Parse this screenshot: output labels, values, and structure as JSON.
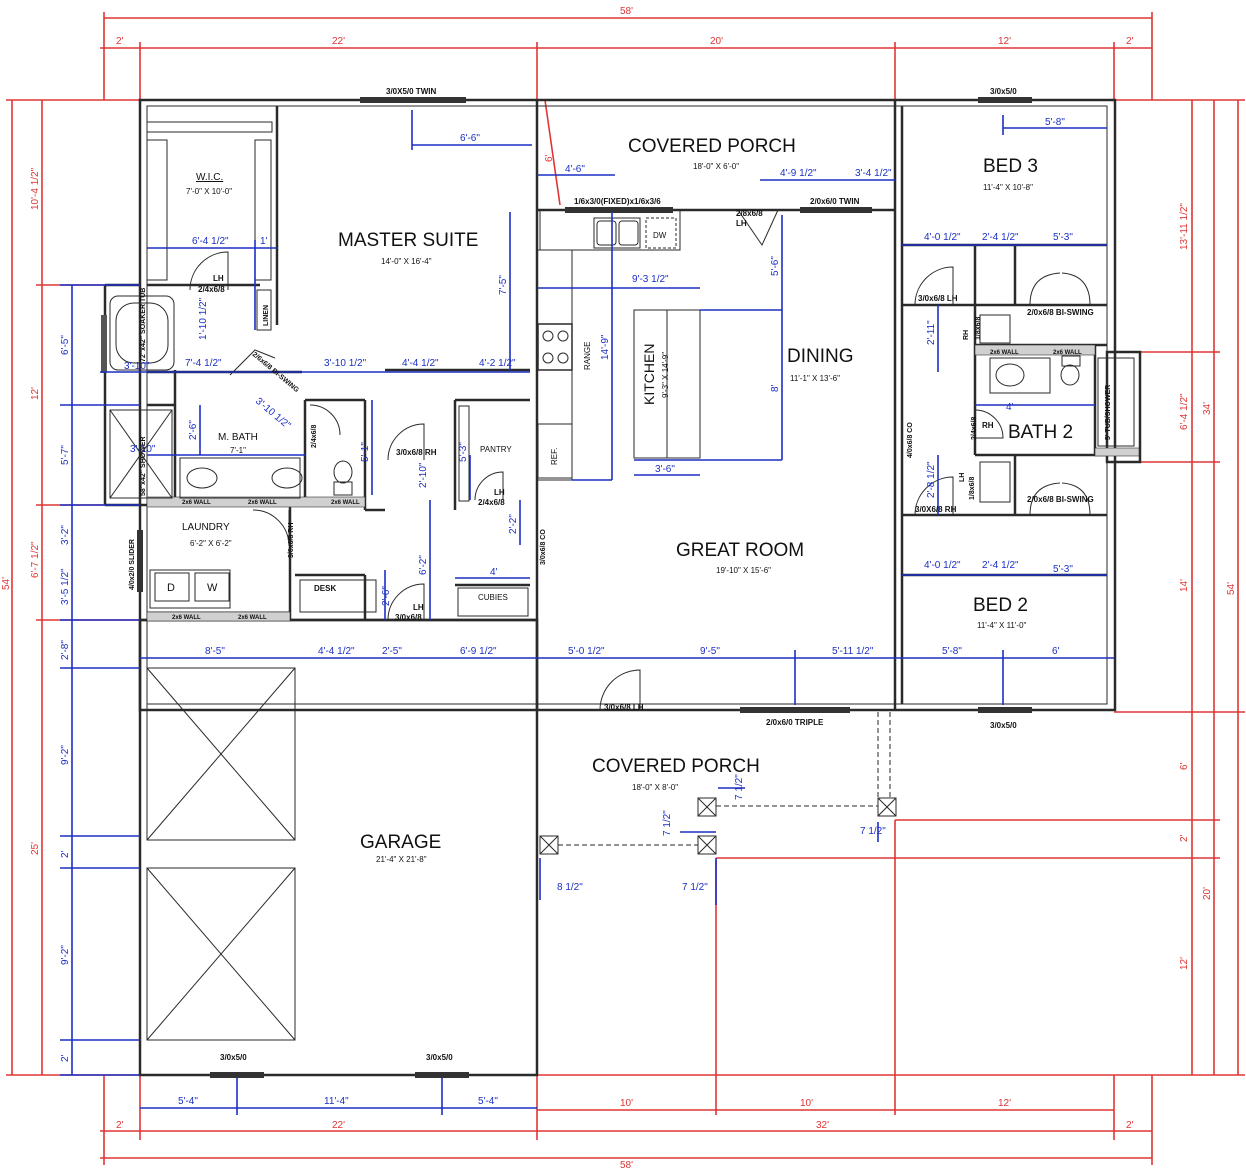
{
  "colors": {
    "wall": "#2a2a2a",
    "wall_fill": "#d0d0d0",
    "red_dim": "#e03535",
    "blue_dim": "#1c2fc4",
    "text": "#111111"
  },
  "overall": {
    "top": "58'",
    "bottom": "58'",
    "left": "54'",
    "right": "54'"
  },
  "top_segments": [
    "2'",
    "22'",
    "20'",
    "12'",
    "2'"
  ],
  "bottom_segments": [
    "2'",
    "22'",
    "32'",
    "2'"
  ],
  "bottom_inner_segments": [
    "10'",
    "10'",
    "12'"
  ],
  "garage_bottom_dims": [
    "5'-4\"",
    "11'-4\"",
    "5'-4\""
  ],
  "left_outer": [
    "10'-4 1/2\"",
    "12'",
    "6'-7 1/2\"",
    "25'"
  ],
  "left_inner": [
    "6'-5\"",
    "5'-7\"",
    "3'-2\"",
    "3'-5 1/2\"",
    "2'-8\"",
    "9'-2\"",
    "2'",
    "9'-2\"",
    "2'"
  ],
  "right_outer": [
    "13'-11 1/2\"",
    "6'-4 1/2\"",
    "34'",
    "20'"
  ],
  "right_inner": [
    "14'",
    "6'",
    "2'",
    "12'"
  ],
  "rooms": {
    "wic": {
      "name": "W.I.C.",
      "size": "7'-0\" X 10'-0\""
    },
    "master": {
      "name": "MASTER SUITE",
      "size": "14'-0\" X 16'-4\""
    },
    "covered_porch_top": {
      "name": "COVERED PORCH",
      "size": "18'-0\" X 6'-0\""
    },
    "bed3": {
      "name": "BED 3",
      "size": "11'-4\" X 10'-8\""
    },
    "kitchen": {
      "name": "KITCHEN",
      "size": "9'-3\" X 14'-9\""
    },
    "dining": {
      "name": "DINING",
      "size": "11'-1\" X 13'-6\""
    },
    "bath2": {
      "name": "BATH 2"
    },
    "mbath": {
      "name": "M. BATH",
      "size": "7'-1\""
    },
    "laundry": {
      "name": "LAUNDRY",
      "size": "6'-2\" X 6'-2\""
    },
    "great_room": {
      "name": "GREAT ROOM",
      "size": "19'-10\" X 15'-6\""
    },
    "bed2": {
      "name": "BED 2",
      "size": "11'-4\" X 11'-0\""
    },
    "covered_porch_bottom": {
      "name": "COVERED PORCH",
      "size": "18'-0\" X 8'-0\""
    },
    "garage": {
      "name": "GARAGE",
      "size": "21'-4\" X 21'-8\""
    }
  },
  "labels": {
    "twin_window_master": "3/0X5/0 TWIN",
    "window_bed3": "3/0x5/0",
    "window_bed2": "3/0x5/0",
    "sink_window": "1/6x3/0(FIXED)x1/6x3/6",
    "dw": "DW",
    "door_porch": "2/8x6/8",
    "door_porch_lh": "LH",
    "twin_door": "2/0x6/0 TWIN",
    "range": "RANGE",
    "ref": "REF.",
    "pantry": "PANTRY",
    "soaker_tub": "72\"x42\" SOAKER TUB",
    "shower": "58\"x42\" SHOWER",
    "linen": "LINEN",
    "wic_door": "2/4x6/8",
    "lh": "LH",
    "rh": "RH",
    "bi_swing": "2/6x6/8 BI-SWING",
    "m_bath_door": "2/4x6/8",
    "wall_2x6": "2x6 WALL",
    "d": "D",
    "w": "W",
    "desk": "DESK",
    "cubies": "CUBIES",
    "slider": "4/0x2/0 SLIDER",
    "door_306": "3/0x6/8 RH",
    "door_306_lh": "3/0x6/8",
    "pantry_door": "2/4x6/8",
    "co_308": "3/0x6/8 CO",
    "co_406": "4/0x6/8 CO",
    "bed3_door": "3/0x6/8 LH",
    "bed3_closet": "2/0x6/8 BI-SWING",
    "bath2_door": "2/4x6/8",
    "bath2_door_rh": "RH",
    "linen_door": "1/8x6/8",
    "shower_bath2": "5' TUB/SHOWER",
    "bed2_door": "3/0X6/8 RH",
    "bed2_closet": "2/0x6/8 BI-SWING",
    "front_door": "3/0x6/8 LH",
    "triple_door": "2/0x6/0 TRIPLE",
    "garage_window_l": "3/0x5/0",
    "garage_window_r": "3/0x5/0",
    "laundry_door": "3/0x6/8 RH"
  },
  "dims": {
    "d_6_6": "6'-6\"",
    "d_6": "6'",
    "d_4_6": "4'-6\"",
    "d_4_9": "4'-9 1/2\"",
    "d_3_4": "3'-4 1/2\"",
    "d_5_8a": "5'-8\"",
    "d_6_4": "6'-4 1/2\"",
    "d_1": "1'",
    "d_7_5": "7'-5\"",
    "d_9_3": "9'-3 1/2\"",
    "d_5_6": "5'-6\"",
    "d_1_10": "1'-10 1/2\"",
    "d_7_4": "7'-4 1/2\"",
    "d_3_10a": "3'-10\"",
    "d_3_10b": "3'-10 1/2\"",
    "d_4_4": "4'-4 1/2\"",
    "d_4_2": "4'-2 1/2\"",
    "d_14_9": "14'-9\"",
    "d_8": "8'",
    "d_3_10c": "3'-10 1/2\"",
    "d_2_6": "2'-6\"",
    "d_3_10d": "3'-10\"",
    "d_5_1": "5'-1\"",
    "d_2_10": "2'-10\"",
    "d_5_3": "5'-3\"",
    "d_3_6": "3'-6\"",
    "d_2_2": "2'-2\"",
    "d_6_2": "6'-2\"",
    "d_4": "4'",
    "d_2_6b": "2'-6\"",
    "d_8_5": "8'-5\"",
    "d_4_4b": "4'-4 1/2\"",
    "d_2_5": "2'-5\"",
    "d_6_9": "6'-9 1/2\"",
    "d_5_0": "5'-0 1/2\"",
    "d_9_5": "9'-5\"",
    "d_5_11": "5'-11 1/2\"",
    "d_5_8b": "5'-8\"",
    "d_6b": "6'",
    "d_4_0a": "4'-0 1/2\"",
    "d_2_4a": "2'-4 1/2\"",
    "d_5_3a": "5'-3\"",
    "d_2_11": "2'-11\"",
    "d_4b": "4'",
    "d_2_8": "2'-8 1/2\"",
    "d_4_0b": "4'-0 1/2\"",
    "d_2_4b": "2'-4 1/2\"",
    "d_5_3b": "5'-3\"",
    "d_7_1a": "7 1/2\"",
    "d_7_1b": "7 1/2\"",
    "d_7_1c": "7 1/2\"",
    "d_8_1": "8 1/2\"",
    "d_7_1d": "7 1/2\""
  }
}
